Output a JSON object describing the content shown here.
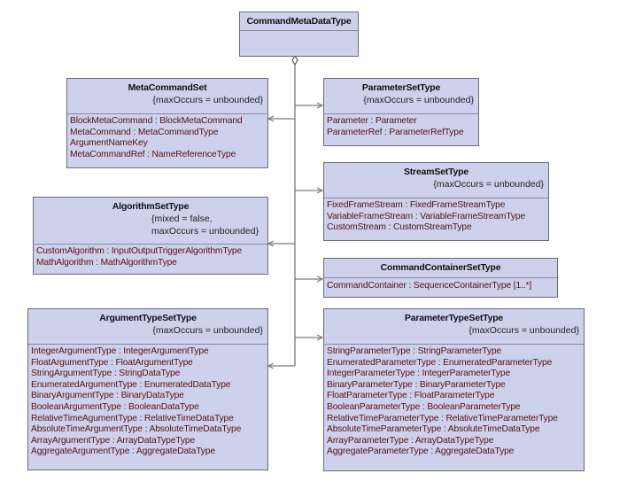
{
  "diagram": {
    "colors": {
      "box_fill": "#cdd1ec",
      "box_border": "#6a6a78",
      "attribute_text": "#5a1010",
      "connector": "#7a7a7a"
    },
    "root": {
      "name": "CommandMetaDataType",
      "attributes": []
    },
    "classes": [
      {
        "id": "meta-command-set",
        "name": "MetaCommandSet",
        "properties": [
          "{maxOccurs = unbounded}"
        ],
        "attributes": [
          "BlockMetaCommand : BlockMetaCommand",
          "MetaCommand : MetaCommandType",
          "ArgumentNameKey",
          "MetaCommandRef : NameReferenceType"
        ]
      },
      {
        "id": "parameter-set-type",
        "name": "ParameterSetType",
        "properties": [
          "{maxOccurs = unbounded}"
        ],
        "attributes": [
          "Parameter : Parameter",
          "ParameterRef : ParameterRefType"
        ]
      },
      {
        "id": "stream-set-type",
        "name": "StreamSetType",
        "properties": [
          "{maxOccurs = unbounded}"
        ],
        "attributes": [
          "FixedFrameStream : FixedFrameStreamType",
          "VariableFrameStream : VariableFrameStreamType",
          "CustomStream : CustomStreamType"
        ]
      },
      {
        "id": "algorithm-set-type",
        "name": "AlgorithmSetType",
        "properties": [
          "{mixed = false,",
          "maxOccurs = unbounded}"
        ],
        "attributes": [
          "CustomAlgorithm : InputOutputTriggerAlgorithmType",
          "MathAlgorithm : MathAlgorithmType"
        ]
      },
      {
        "id": "command-container-set-type",
        "name": "CommandContainerSetType",
        "properties": [],
        "attributes": [
          "CommandContainer : SequenceContainerType [1..*]"
        ]
      },
      {
        "id": "argument-type-set-type",
        "name": "ArgumentTypeSetType",
        "properties": [
          "{maxOccurs = unbounded}"
        ],
        "attributes": [
          "IntegerArgumentType : IntegerArgumentType",
          "FloatArgumentType : FloatArgumentType",
          "StringArgumentType : StringDataType",
          "EnumeratedArgumentType : EnumeratedDataType",
          "BinaryArgumentType : BinaryDataType",
          "BooleanArgumentType : BooleanDataType",
          "RelativeTimeAgumentType : RelativeTimeDataType",
          "AbsoluteTimeArgumentType : AbsoluteTimeDataType",
          "ArrayArgumentType : ArrayDataTypeType",
          "AggregateArgumentType : AggregateDataType"
        ]
      },
      {
        "id": "parameter-type-set-type",
        "name": "ParameterTypeSetType",
        "properties": [
          "{maxOccurs = unbounded}"
        ],
        "attributes": [
          "StringParameterType : StringParameterType",
          "EnumeratedParameterType : EnumeratedParameterType",
          "IntegerParameterType : IntegerParameterType",
          "BinaryParameterType : BinaryParameterType",
          "FloatParameterType : FloatParameterType",
          "BooleanParameterType : BooleanParameterType",
          "RelativeTimeParameterType : RelativeTimeParameterType",
          "AbsoluteTimeParameterType : AbsoluteTimeDataType",
          "ArrayParameterType : ArrayDataTypeType",
          "AggregateParameterType : AggregateDataType"
        ]
      }
    ]
  }
}
